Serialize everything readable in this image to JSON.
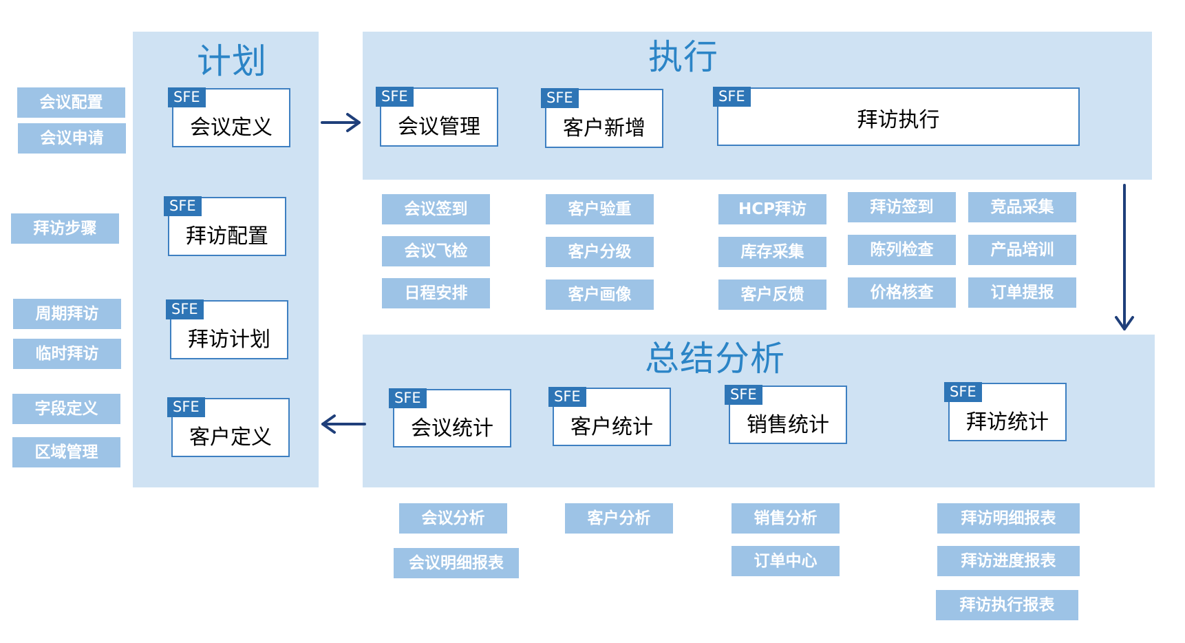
{
  "diagram": {
    "plan": {
      "title": "计划",
      "cards": [
        {
          "tag": "SFE",
          "label": "会议定义"
        },
        {
          "tag": "SFE",
          "label": "拜访配置"
        },
        {
          "tag": "SFE",
          "label": "拜访计划"
        },
        {
          "tag": "SFE",
          "label": "客户定义"
        }
      ],
      "side_items": [
        "会议配置",
        "会议申请",
        "拜访步骤",
        "周期拜访",
        "临时拜访",
        "字段定义",
        "区域管理"
      ]
    },
    "execute": {
      "title": "执行",
      "cards": [
        {
          "tag": "SFE",
          "label": "会议管理"
        },
        {
          "tag": "SFE",
          "label": "客户新增"
        },
        {
          "tag": "SFE",
          "label": "拜访执行"
        }
      ],
      "items": [
        "会议签到",
        "会议飞检",
        "日程安排",
        "客户验重",
        "客户分级",
        "客户画像",
        "HCP拜访",
        "库存采集",
        "客户反馈",
        "拜访签到",
        "陈列检查",
        "价格核查",
        "竞品采集",
        "产品培训",
        "订单提报"
      ]
    },
    "summary": {
      "title": "总结分析",
      "cards": [
        {
          "tag": "SFE",
          "label": "会议统计"
        },
        {
          "tag": "SFE",
          "label": "客户统计"
        },
        {
          "tag": "SFE",
          "label": "销售统计"
        },
        {
          "tag": "SFE",
          "label": "拜访统计"
        }
      ],
      "items": [
        "会议分析",
        "会议明细报表",
        "客户分析",
        "销售分析",
        "订单中心",
        "拜访明细报表",
        "拜访进度报表",
        "拜访执行报表"
      ]
    },
    "colors": {
      "panel": "#cfe2f3",
      "title": "#2b84c6",
      "tag": "#2e75b6",
      "card_border": "#3d7fc1",
      "pill": "#9dc3e6",
      "arrow": "#1f3f7a"
    }
  }
}
